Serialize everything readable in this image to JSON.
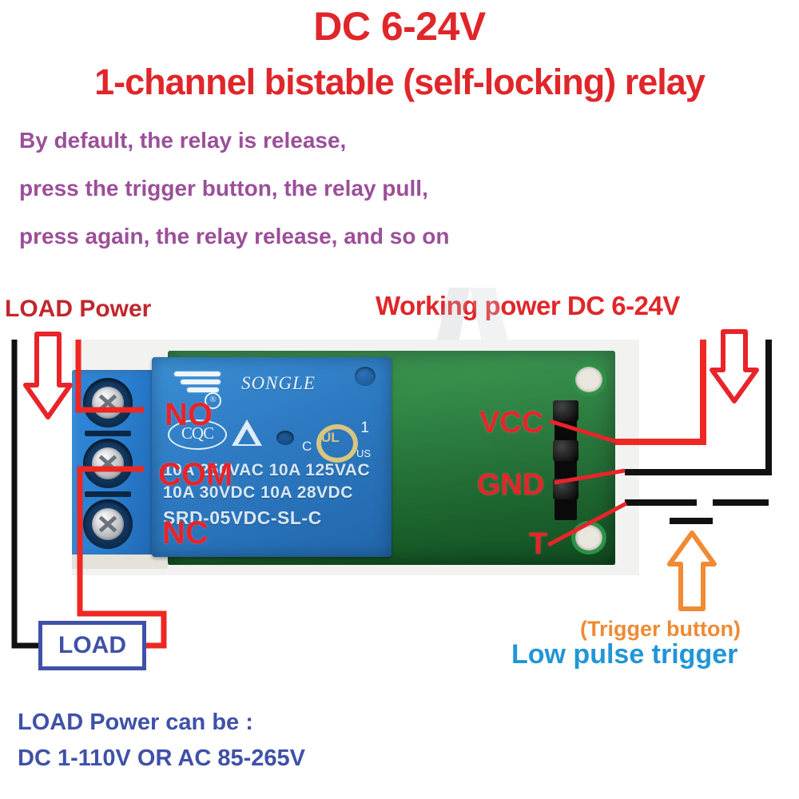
{
  "header": {
    "title_line1": "DC 6-24V",
    "title_line2": "1-channel bistable (self-locking) relay",
    "title_color": "#e0262a",
    "description_lines": [
      "By default, the relay is release,",
      "press the trigger button, the relay pull,",
      "press again, the relay release, and so on"
    ],
    "description_color": "#9b4f99"
  },
  "annotations": {
    "load_power_label": "LOAD Power",
    "load_power_color": "#c1272d",
    "working_power_label": "Working power DC 6-24V",
    "working_power_color": "#e0262a",
    "trigger_button_label": "(Trigger button)",
    "trigger_button_color": "#ef8a33",
    "low_pulse_label": "Low pulse trigger",
    "low_pulse_color": "#2196d6"
  },
  "terminals": {
    "no": "NO",
    "com": "COM",
    "nc": "NC",
    "label_color": "#e8242a"
  },
  "pins": {
    "vcc": "VCC",
    "gnd": "GND",
    "t": "T",
    "label_color": "#e8242a"
  },
  "board": {
    "relay_brand": "SONGLE",
    "relay_reg": "®",
    "cert_cqc": "CQC",
    "ul_c": "C",
    "ul_text": "UL",
    "ul_1": "1",
    "ul_us": "US",
    "spec_line1": "10A 250VAC  10A 125VAC",
    "spec_line2": "10A 30VDC   10A 28VDC",
    "part_number": "SRD-05VDC-SL-C",
    "relay_color": "#2f7cc4",
    "pcb_color": "#24893c",
    "terminal_color": "#2a7fd0"
  },
  "circuit": {
    "load_box_label": "LOAD",
    "load_box_color": "#3f51a8",
    "wire_red": "#ee2722",
    "wire_black": "#111111",
    "arrow_red": "#e8242a",
    "arrow_orange": "#f08a33"
  },
  "footer": {
    "load_power_can_be": "LOAD Power can be :",
    "voltage_ranges": "DC 1-110V OR AC 85-265V",
    "color": "#3f51a8"
  }
}
